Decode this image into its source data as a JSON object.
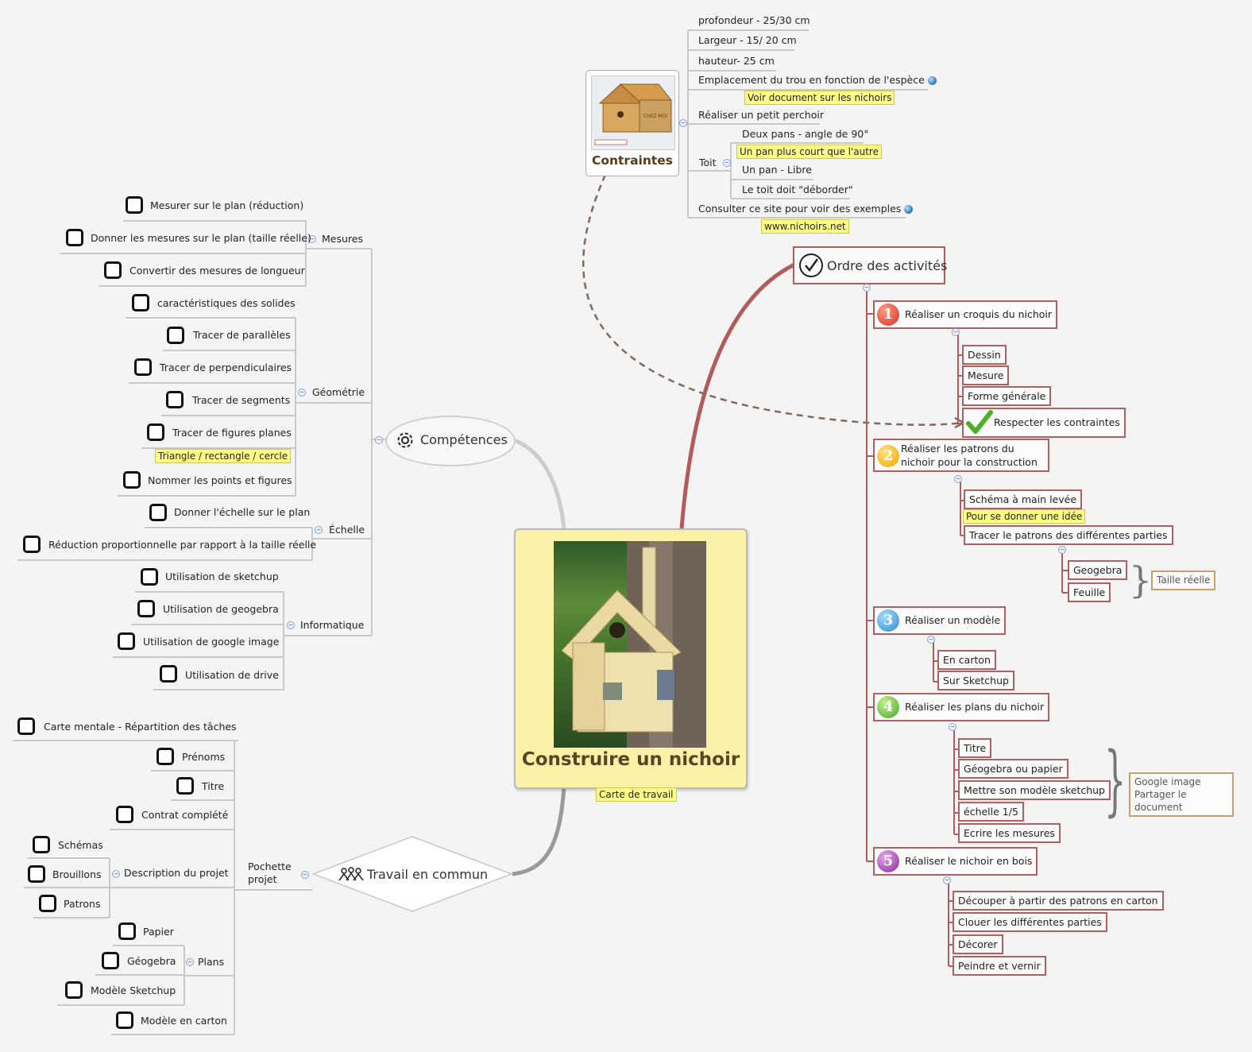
{
  "central": {
    "title": "Construire un nichoir",
    "label": "Carte de travail"
  },
  "contraintes": {
    "title": "Contraintes",
    "items": {
      "profondeur": "profondeur - 25/30 cm",
      "largeur": "Largeur - 15/ 20 cm",
      "hauteur": "hauteur-  25 cm",
      "emplacement": "Emplacement du trou en fonction de l'espèce",
      "emplacement_note": "Voir document sur les nichoirs",
      "perchoir": "Réaliser un petit perchoir",
      "toit": "Toit",
      "toit_1": "Deux pans - angle de 90°",
      "toit_2": "Un pan plus court que l'autre",
      "toit_3": "Un pan - Libre",
      "toit_4": "Le toit doit \"déborder\"",
      "site": "Consulter ce site pour voir des exemples",
      "site_note": "www.nichoirs.net"
    },
    "image_text": "CHEZ MOI"
  },
  "competences": {
    "title": "Compétences",
    "mesures": {
      "label": "Mesures",
      "items": [
        "Mesurer sur le plan (réduction)",
        "Donner les mesures sur le plan (taille réelle)",
        "Convertir des mesures de longueur"
      ]
    },
    "geometrie": {
      "label": "Géométrie",
      "items": [
        "caractéristiques des solides",
        "Tracer de parallèles",
        "Tracer de perpendiculaires",
        "Tracer de segments",
        "Tracer de figures planes",
        "Nommer les points et figures"
      ],
      "note": "Triangle / rectangle / cercle"
    },
    "echelle": {
      "label": "Échelle",
      "items": [
        "Donner l'échelle sur le plan",
        "Réduction proportionnelle par rapport à la taille réelle"
      ]
    },
    "informatique": {
      "label": "Informatique",
      "items": [
        "Utilisation de sketchup",
        "Utilisation de geogebra",
        "Utilisation de google image",
        "Utilisation de drive"
      ]
    }
  },
  "travail": {
    "title": "Travail en commun",
    "carte": "Carte mentale - Répartition des tâches",
    "pochette": "Pochette projet",
    "pochette_items": [
      "Prénoms",
      "Titre",
      "Contrat complété"
    ],
    "description": {
      "label": "Description du projet",
      "items": [
        "Schémas",
        "Brouillons",
        "Patrons"
      ]
    },
    "plans": {
      "label": "Plans",
      "items": [
        "Papier",
        "Géogebra",
        "Modèle Sketchup",
        "Modèle en carton"
      ]
    }
  },
  "ordre": {
    "title": "Ordre des activités",
    "steps": [
      {
        "num": "1",
        "label": "Réaliser un croquis du nichoir",
        "items": [
          "Dessin",
          "Mesure",
          "Forme générale",
          "Respecter les contraintes"
        ]
      },
      {
        "num": "2",
        "label": "Réaliser les patrons du nichoir pour la construction",
        "items": [
          "Schéma à main levée",
          "Tracer le patrons des différentes parties"
        ],
        "note": "Pour se donner une idée",
        "sub": [
          "Geogebra",
          "Feuille"
        ],
        "sub_note": "Taille réelle"
      },
      {
        "num": "3",
        "label": "Réaliser un modèle",
        "items": [
          "En carton",
          "Sur Sketchup"
        ]
      },
      {
        "num": "4",
        "label": "Réaliser les plans du nichoir",
        "items": [
          "Titre",
          "Géogebra ou papier",
          "Mettre son modèle sketchup",
          "échelle 1/5",
          "Ecrire les mesures"
        ],
        "note": "Google image Partager le document"
      },
      {
        "num": "5",
        "label": "Réaliser le nichoir en bois",
        "items": [
          "Découper à partir des patrons en carton",
          "Clouer les différentes parties",
          "Décorer",
          "Peindre et vernir"
        ]
      }
    ]
  },
  "colors": {
    "branch_red": "#b25b5b",
    "central_fill": "#fbf2a8",
    "highlight": "#ffff88",
    "connector": "#c8c8c8"
  }
}
